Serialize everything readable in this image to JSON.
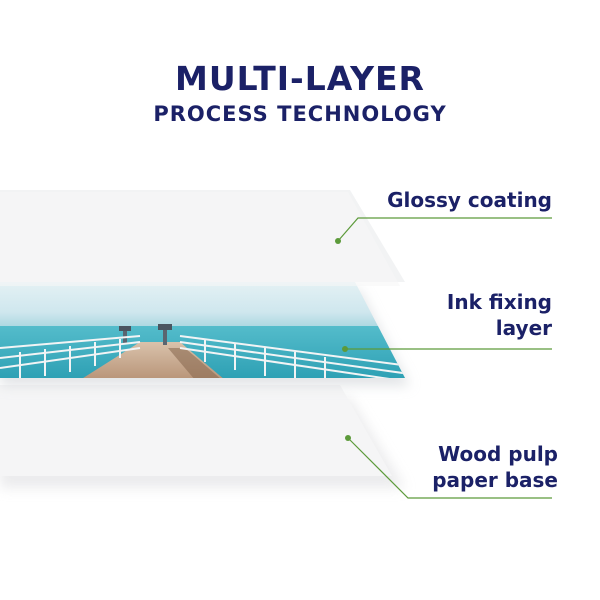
{
  "title": {
    "line1": "MULTI-LAYER",
    "line2": "PROCESS TECHNOLOGY"
  },
  "layers": [
    {
      "id": "glossy",
      "lines": [
        "Glossy coating"
      ]
    },
    {
      "id": "ink",
      "lines": [
        "Ink fixing",
        "layer"
      ]
    },
    {
      "id": "base",
      "lines": [
        "Wood pulp",
        "paper base"
      ]
    }
  ],
  "colors": {
    "title": "#1b2167",
    "label": "#1b2167",
    "leader": "#5c9a3a",
    "sheet": "#f4f4f5",
    "sea": "#3fb0c2",
    "sky": "#dbeef2"
  }
}
